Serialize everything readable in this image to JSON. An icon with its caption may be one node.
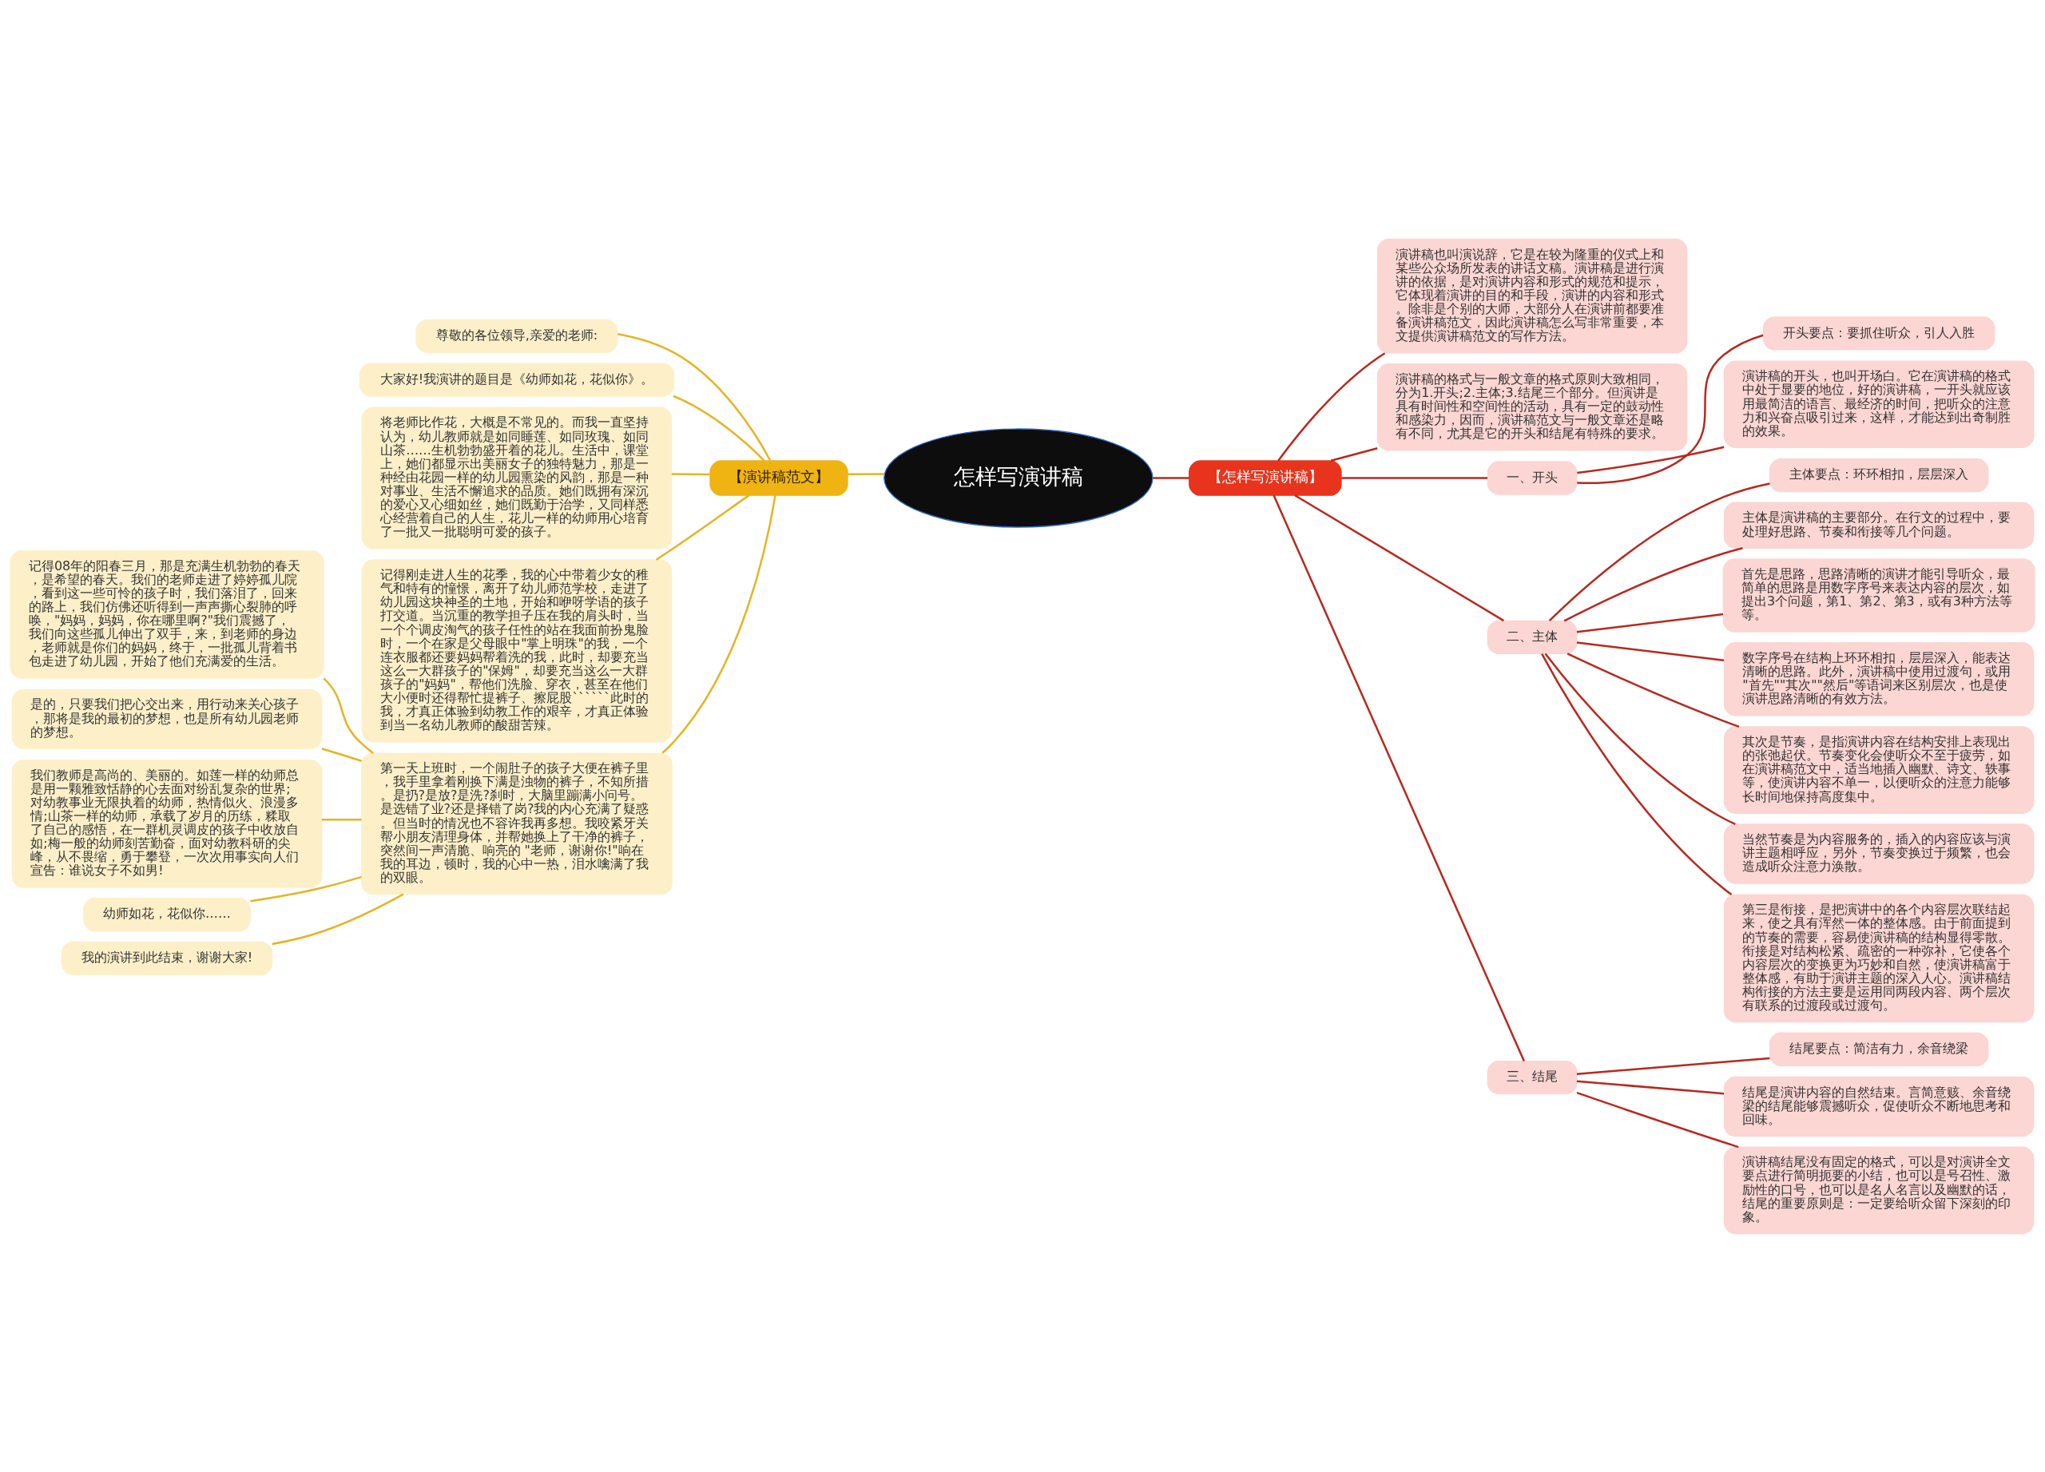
{
  "diagram": {
    "nodes": [
      {
        "text": [
          "怎样写演讲稿"
        ]
      },
      {
        "text": [
          "【演讲稿范文】"
        ]
      },
      {
        "text": [
          "尊敬的各位领导,亲爱的老师:"
        ]
      },
      {
        "text": [
          "大家好!我演讲的题目是《幼师如花，花似你》。"
        ]
      },
      {
        "text": [
          "将老师比作花，大概是不常见的。而我一直坚持认为，幼儿教师就是如同睡莲、如同玫瑰、如同山茶……生机勃勃盛开着的花儿。生活中，课堂上，她们都显示出美丽女子的独特魅力，那是一种经由花园一样的幼儿园熏染的风韵，那是一种对事业、生活不懈追求的品质。她们既拥有深沉的爱心又心细如丝，她们既勤于治学，又同样悉心经营着自己的人生，花儿一样的幼师用心培育了一批又一批聪明可爱的孩子。"
        ]
      },
      {
        "text": [
          "记得刚走进人生的花季，我的心中带着少女的稚气和特有的憧憬，离开了幼儿师范学校，走进了幼儿园这块神圣的土地，开始和咿呀学语的孩子打交道。当沉重的教学担子压在我的肩头时，当一个个调皮淘气的孩子任性的站在我面前扮鬼脸时，一个在家是父母眼中\"掌上明珠\"的我，一个连衣服都还要妈妈帮着洗的我，此时，却要充当这么一大群孩子的\"保姆\"，却要充当这么一大群孩子的\"妈妈\"，帮他们洗脸、穿衣，甚至在他们大小便时还得帮忙提裤子、擦屁股``````此时的我，才真正体验到幼教工作的艰辛，才真正体验到当一名幼儿教师的酸甜苦辣。"
        ]
      },
      {
        "text": [
          "第一天上班时，一个闹肚子的孩子大便在裤子里，我手里拿着刚换下满是浊物的裤子，不知所措。是扔?是放?是洗?刹时，大脑里蹦满小问号。是选错了业?还是择错了岗?我的内心充满了疑惑。但当时的情况也不容许我再多想。我咬紧牙关帮小朋友清理身体，并帮她换上了干净的裤子，突然间一声清脆、响亮的 \"老师，谢谢你!\"响在我的耳边，顿时，我的心中一热，泪水噙满了我的双眼。"
        ]
      },
      {
        "text": [
          "记得08年的阳春三月，那是充满生机勃勃的春天，是希望的春天。我们的老师走进了婷婷孤儿院，看到这一些可怜的孩子时，我们落泪了，回来的路上，我们仿佛还听得到一声声撕心裂肺的呼唤，\"妈妈，妈妈，你在哪里啊?\"我们震撼了，我们向这些孤儿伸出了双手，来，到老师的身边，老师就是你们的妈妈，终于，一批孤儿背着书包走进了幼儿园，开始了他们充满爱的生活。"
        ]
      },
      {
        "text": [
          "是的，只要我们把心交出来，用行动来关心孩子，那将是我的最初的梦想，也是所有幼儿园老师的梦想。"
        ]
      },
      {
        "text": [
          "我们教师是高尚的、美丽的。如莲一样的幼师总是用一颗雅致恬静的心去面对纷乱复杂的世界;对幼教事业无限执着的幼师，热情似火、浪漫多情;山茶一样的幼师，承载了岁月的历练，糅取了自己的感悟，在一群机灵调皮的孩子中收放自如;梅一般的幼师刻苦勤奋，面对幼教科研的尖峰，从不畏缩，勇于攀登，一次次用事实向人们宣告：谁说女子不如男!"
        ]
      },
      {
        "text": [
          "幼师如花，花似你……"
        ]
      },
      {
        "text": [
          "我的演讲到此结束，谢谢大家!"
        ]
      },
      {
        "text": [
          "【怎样写演讲稿】"
        ]
      },
      {
        "text": [
          "演讲稿也叫演说辞，它是在较为隆重的仪式上和某些公众场所发表的讲话文稿。演讲稿是进行演讲的依据，是对演讲内容和形式的规范和提示，它体现着演讲的目的和手段，演讲的内容和形式。除非是个别的大师，大部分人在演讲前都要准备演讲稿范文，因此演讲稿怎么写非常重要，本文提供演讲稿范文的写作方法。"
        ]
      },
      {
        "text": [
          "演讲稿的格式与一般文章的格式原则大致相同，分为1.开头;2.主体;3.结尾三个部分。但演讲是具有时间性和空间性的活动，具有一定的鼓动性和感染力，因而，演讲稿范文与一般文章还是略有不同，尤其是它的开头和结尾有特殊的要求。"
        ]
      },
      {
        "text": [
          "一、开头"
        ]
      },
      {
        "text": [
          "开头要点：要抓住听众，引人入胜"
        ]
      },
      {
        "text": [
          "演讲稿的开头，也叫开场白。它在演讲稿的格式中处于显要的地位，好的演讲稿，一开头就应该用最简洁的语言、最经济的时间，把听众的注意力和兴奋点吸引过来，这样，才能达到出奇制胜的效果。"
        ]
      },
      {
        "text": [
          "二、主体"
        ]
      },
      {
        "text": [
          "主体要点：环环相扣，层层深入"
        ]
      },
      {
        "text": [
          "主体是演讲稿的主要部分。在行文的过程中，要处理好思路、节奏和衔接等几个问题。"
        ]
      },
      {
        "text": [
          "首先是思路，思路清晰的演讲才能引导听众，最简单的思路是用数字序号来表达内容的层次，如提出3个问题，第1、第2、第3，或有3种方法等等。"
        ]
      },
      {
        "text": [
          "数字序号在结构上环环相扣，层层深入，能表达清晰的思路。此外，演讲稿中使用过渡句，或用\"首先\"\"其次\"\"然后\"等语词来区别层次，也是使演讲思路清晰的有效方法。"
        ]
      },
      {
        "text": [
          "其次是节奏，是指演讲内容在结构安排上表现出的张弛起伏。节奏变化会使听众不至于疲劳，如在演讲稿范文中，适当地插入幽默、诗文、轶事等，使演讲内容不单一，以便听众的注意力能够长时间地保持高度集中。"
        ]
      },
      {
        "text": [
          "当然节奏是为内容服务的，插入的内容应该与演讲主题相呼应，另外，节奏变换过于频繁，也会造成听众注意力涣散。"
        ]
      },
      {
        "text": [
          "第三是衔接，是把演讲中的各个内容层次联结起来，使之具有浑然一体的整体感。由于前面提到的节奏的需要，容易使演讲稿的结构显得零散。衔接是对结构松紧、疏密的一种弥补，它使各个内容层次的变换更为巧妙和自然，使演讲稿富于整体感，有助于演讲主题的深入人心。演讲稿结构衔接的方法主要是运用同两段内容、两个层次有联系的过渡段或过渡句。"
        ]
      },
      {
        "text": [
          "三、结尾"
        ]
      },
      {
        "text": [
          "结尾要点：简洁有力，余音绕梁"
        ]
      },
      {
        "text": [
          "结尾是演讲内容的自然结束。言简意赅、余音绕梁的结尾能够震撼听众，促使听众不断地思考和回味。"
        ]
      },
      {
        "text": [
          "演讲稿结尾没有固定的格式，可以是对演讲全文要点进行简明扼要的小结，也可以是号召性、激励性的口号，也可以是名人名言以及幽默的话，结尾的重要原则是：一定要给听众留下深刻的印象。"
        ]
      }
    ],
    "edges": [
      {
        "from": 0,
        "to": 1,
        "arrow": "none",
        "color": "#e6b422"
      },
      {
        "from": 1,
        "to": 2,
        "arrow": "none",
        "color": "#e6b422"
      },
      {
        "from": 1,
        "to": 3,
        "arrow": "none",
        "color": "#e6b422"
      },
      {
        "from": 1,
        "to": 4,
        "arrow": "none",
        "color": "#e6b422"
      },
      {
        "from": 1,
        "to": 5,
        "arrow": "none",
        "color": "#e6b422"
      },
      {
        "from": 1,
        "to": 6,
        "arrow": "none",
        "color": "#e6b422"
      },
      {
        "from": 6,
        "to": 7,
        "arrow": "none",
        "color": "#e6b422"
      },
      {
        "from": 6,
        "to": 8,
        "arrow": "none",
        "color": "#e6b422"
      },
      {
        "from": 6,
        "to": 9,
        "arrow": "none",
        "color": "#e6b422"
      },
      {
        "from": 6,
        "to": 10,
        "arrow": "none",
        "color": "#e6b422"
      },
      {
        "from": 6,
        "to": 11,
        "arrow": "none",
        "color": "#e6b422"
      },
      {
        "from": 0,
        "to": 12,
        "arrow": "none"
      },
      {
        "from": 12,
        "to": 13,
        "arrow": "none"
      },
      {
        "from": 12,
        "to": 14,
        "arrow": "none"
      },
      {
        "from": 12,
        "to": 15,
        "arrow": "none"
      },
      {
        "from": 15,
        "to": 16,
        "arrow": "none"
      },
      {
        "from": 15,
        "to": 17,
        "arrow": "none"
      },
      {
        "from": 12,
        "to": 18,
        "arrow": "none"
      },
      {
        "from": 18,
        "to": 19,
        "arrow": "none"
      },
      {
        "from": 18,
        "to": 20,
        "arrow": "none"
      },
      {
        "from": 18,
        "to": 21,
        "arrow": "none"
      },
      {
        "from": 18,
        "to": 22,
        "arrow": "none"
      },
      {
        "from": 18,
        "to": 23,
        "arrow": "none"
      },
      {
        "from": 18,
        "to": 24,
        "arrow": "none"
      },
      {
        "from": 18,
        "to": 25,
        "arrow": "none"
      },
      {
        "from": 12,
        "to": 26,
        "arrow": "none"
      },
      {
        "from": 26,
        "to": 27,
        "arrow": "none"
      },
      {
        "from": 26,
        "to": 28,
        "arrow": "none"
      },
      {
        "from": 26,
        "to": 29,
        "arrow": "none"
      }
    ]
  }
}
